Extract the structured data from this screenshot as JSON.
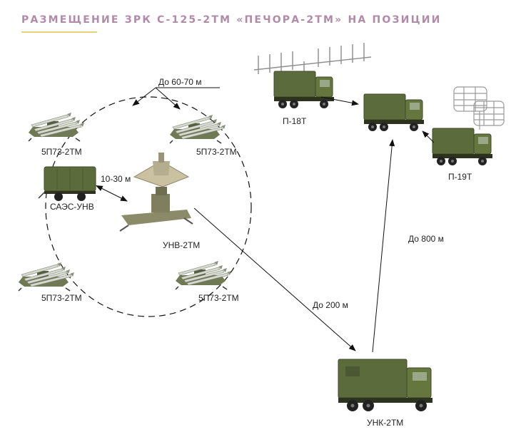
{
  "title": "РАЗМЕЩЕНИЕ ЗРК С-125-2ТМ «ПЕЧОРА-2ТМ» НА ПОЗИЦИИ",
  "colors": {
    "title": "#b08aa8",
    "title_underline": "#e9d27a",
    "vehicle_green": "#5b6b3c",
    "line": "#111111"
  },
  "distances": {
    "launcher_ring": "До 60-70 м",
    "power_to_unv": "10-30 м",
    "unv_to_unk": "До 200 м",
    "unk_to_radar": "До 800 м"
  },
  "units": {
    "launcher_top_left": "5П73-2ТМ",
    "launcher_top_right": "5П73-2ТМ",
    "launcher_bottom_left": "5П73-2ТМ",
    "launcher_bottom_right": "5П73-2ТМ",
    "power_unit": "САЭС-УНВ",
    "guidance_station": "УНВ-2ТМ",
    "radar_p18": "П-18Т",
    "radar_p19": "П-19Т",
    "command_vehicle": "УНК-2ТМ"
  }
}
